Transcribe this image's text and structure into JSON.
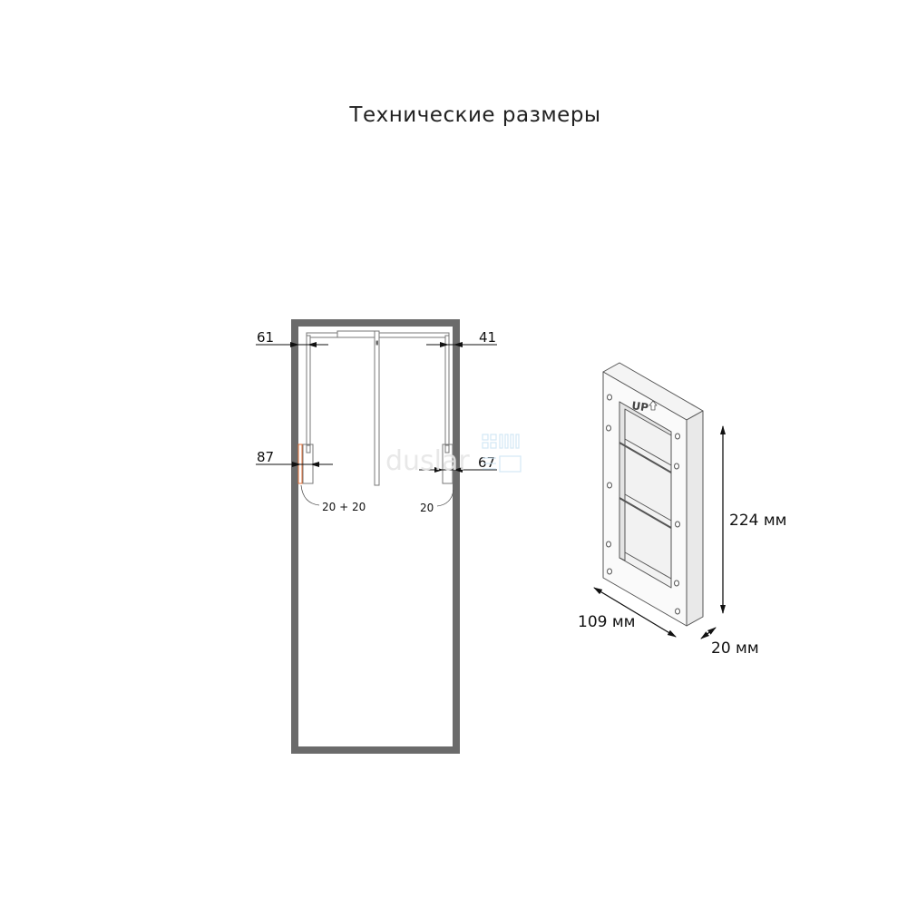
{
  "title": "Технические размеры",
  "cabinet": {
    "dim_top_left": "61",
    "dim_top_right": "41",
    "dim_bottom_left": "87",
    "dim_bottom_right": "67",
    "swing_left": "20 + 20",
    "swing_right": "20"
  },
  "watermark": "duslar",
  "product": {
    "marking": "UP",
    "height": "224 мм",
    "width": "109 мм",
    "depth": "20 мм"
  },
  "colors": {
    "frame": "#6b6b6b",
    "accent": "#e0703a",
    "watermark_blue": "#cfe6f5"
  }
}
